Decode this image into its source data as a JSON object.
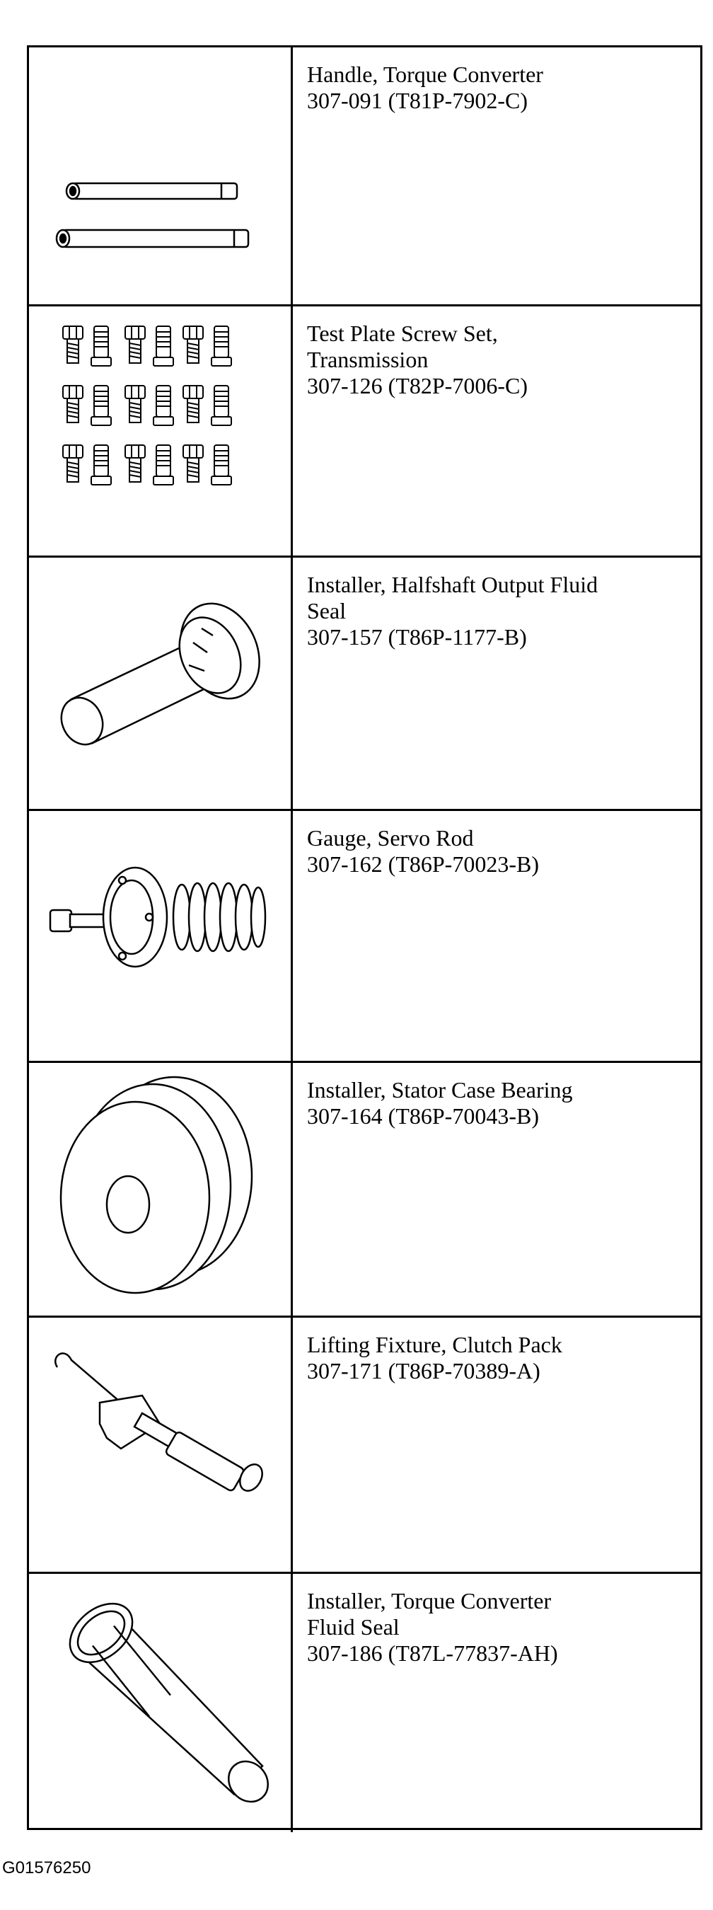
{
  "tools": [
    {
      "description": "Handle, Torque Converter",
      "code": "307-091 (T81P-7902-C)",
      "icon": "handle-rods-icon"
    },
    {
      "description": "Test Plate Screw Set,\nTransmission",
      "code": "307-126 (T82P-7006-C)",
      "icon": "screw-set-icon"
    },
    {
      "description": "Installer, Halfshaft Output Fluid\nSeal",
      "code": "307-157 (T86P-1177-B)",
      "icon": "seal-installer-icon"
    },
    {
      "description": "Gauge, Servo Rod",
      "code": "307-162 (T86P-70023-B)",
      "icon": "servo-gauge-icon"
    },
    {
      "description": "Installer, Stator Case Bearing",
      "code": "307-164 (T86P-70043-B)",
      "icon": "bearing-installer-icon"
    },
    {
      "description": "Lifting Fixture, Clutch Pack",
      "code": "307-171 (T86P-70389-A)",
      "icon": "lifting-fixture-icon"
    },
    {
      "description": "Installer, Torque Converter\nFluid Seal",
      "code": "307-186 (T87L-77837-AH)",
      "icon": "converter-seal-installer-icon"
    }
  ],
  "figure_id": "G01576250"
}
